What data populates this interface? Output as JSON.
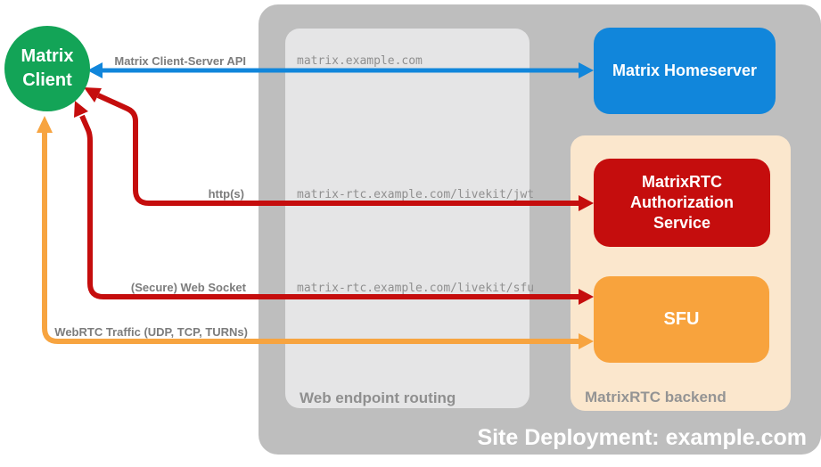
{
  "diagram": {
    "title": "Site Deployment: example.com",
    "web_routing_label": "Web endpoint routing",
    "backend_label": "MatrixRTC backend",
    "nodes": {
      "client": "Matrix\nClient",
      "homeserver": "Matrix Homeserver",
      "auth_service": "MatrixRTC\nAuthorization\nService",
      "sfu": "SFU"
    },
    "connections": [
      {
        "label": "Matrix Client-Server API",
        "endpoint": "matrix.example.com",
        "from": "Matrix Client",
        "to": "Matrix Homeserver",
        "bidirectional": true,
        "color": "#1186db"
      },
      {
        "label": "http(s)",
        "endpoint": "matrix-rtc.example.com/livekit/jwt",
        "from": "Matrix Client",
        "to": "MatrixRTC Authorization Service",
        "bidirectional": true,
        "color": "#c50d0d"
      },
      {
        "label": "(Secure) Web Socket",
        "endpoint": "matrix-rtc.example.com/livekit/sfu",
        "from": "Matrix Client",
        "to": "SFU",
        "bidirectional": true,
        "color": "#c50d0d"
      },
      {
        "label": "WebRTC Traffic (UDP, TCP, TURNs)",
        "endpoint": "",
        "from": "Matrix Client",
        "to": "SFU",
        "bidirectional": true,
        "color": "#f7a440"
      }
    ],
    "colors": {
      "client_green": "#13a457",
      "homeserver_blue": "#1186db",
      "auth_red": "#c50d0d",
      "sfu_orange": "#f8a33d",
      "backend_peach": "#fbe7cd",
      "site_gray": "#bebebe",
      "routing_gray": "#e5e5e6",
      "label_gray": "#7c7c7c"
    }
  }
}
